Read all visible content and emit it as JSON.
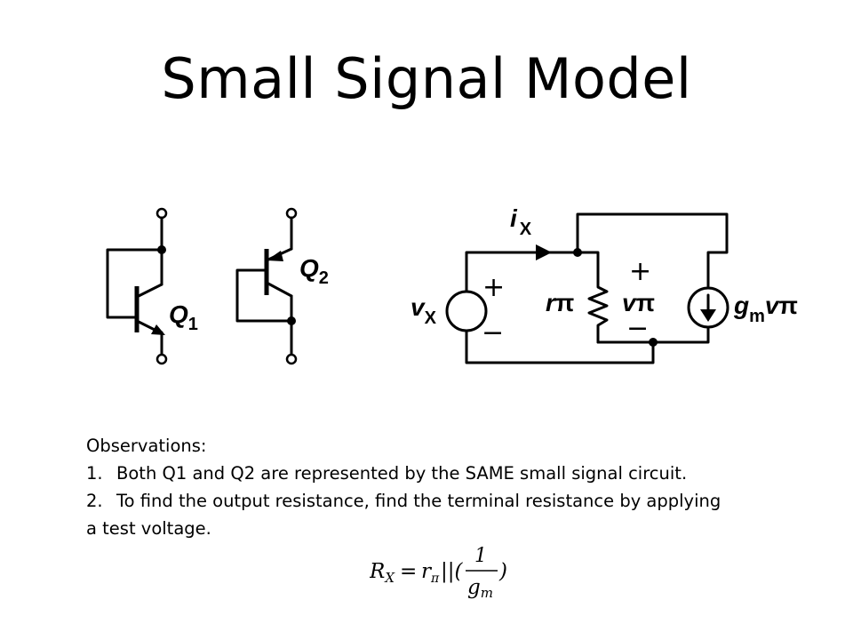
{
  "slide": {
    "title": "Small Signal Model"
  },
  "circuit": {
    "q1_label": "Q",
    "q1_sub": "1",
    "q2_label": "Q",
    "q2_sub": "2",
    "ix_label": "i",
    "ix_sub": "X",
    "vx_label": "v",
    "vx_sub": "X",
    "r_label": "r",
    "r_sub": "π",
    "vpi_label": "v",
    "vpi_sub": "π",
    "gm_label": "g",
    "gm_sub": "m",
    "gm_v_label": "v",
    "gm_v_sub": "π",
    "plus": "+",
    "minus": "−"
  },
  "observations": {
    "heading": "Observations:",
    "items": [
      {
        "num": "1.",
        "text": "Both Q1 and Q2 are represented by the SAME small signal circuit."
      },
      {
        "num": "2.",
        "text": "To find the output resistance, find the terminal resistance by applying"
      }
    ],
    "continuation": "a test voltage."
  },
  "formula": {
    "lhs": "R",
    "lhs_sub": "X",
    "eq": "=",
    "r": "r",
    "r_sub": "π",
    "par": "||(",
    "num": "1",
    "den": "g",
    "den_sub": "m",
    "close": ")"
  }
}
